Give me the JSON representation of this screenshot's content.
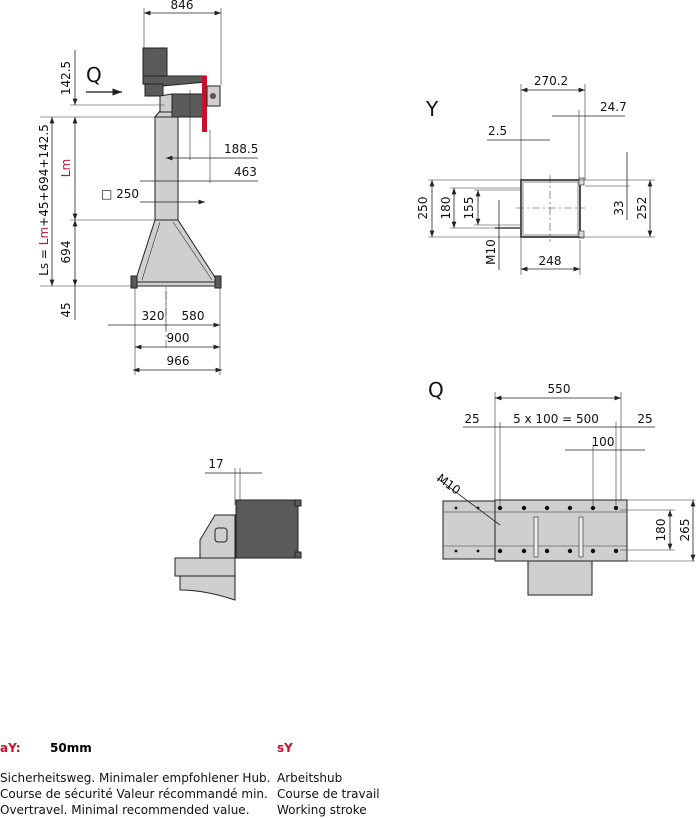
{
  "side_view": {
    "view_label": "Q",
    "dims": {
      "d846": "846",
      "d142_5": "142.5",
      "ls_prefix": "Ls = ",
      "ls_lm": "Lm",
      "ls_suffix": "+45+694+142.5",
      "lm": "Lm",
      "d694": "694",
      "d45": "45",
      "d188_5": "188.5",
      "d463": "463",
      "d250": "□ 250",
      "d320": "320",
      "d580": "580",
      "d900": "900",
      "d966": "966"
    }
  },
  "y_view": {
    "view_label": "Y",
    "dims": {
      "d270_2": "270.2",
      "d24_7": "24.7",
      "d2_5": "2.5",
      "d250": "250",
      "d180": "180",
      "d155": "155",
      "m10": "M10",
      "d33": "33",
      "d252": "252",
      "d248": "248"
    }
  },
  "q_view": {
    "view_label": "Q",
    "dims": {
      "d550": "550",
      "d25a": "25",
      "d500": "5 x 100 = 500",
      "d25b": "25",
      "d100": "100",
      "m10": "M10",
      "d180": "180",
      "d265": "265"
    }
  },
  "detail_view": {
    "dims": {
      "d17": "17"
    }
  },
  "legend": {
    "ay_label": "aY:",
    "ay_value": "50mm",
    "ay_lines": [
      "Sicherheitsweg. Minimaler empfohlener Hub.",
      "Course de sécurité Valeur récommandé min.",
      "Overtravel. Minimal recommended value."
    ],
    "sy_label": "sY",
    "sy_lines": [
      "Arbeitshub",
      "Course de travail",
      "Working stroke"
    ]
  },
  "colors": {
    "accent": "#c8102e",
    "part_fill": "#cfcfcf",
    "motor_fill": "#5a5a5a"
  }
}
